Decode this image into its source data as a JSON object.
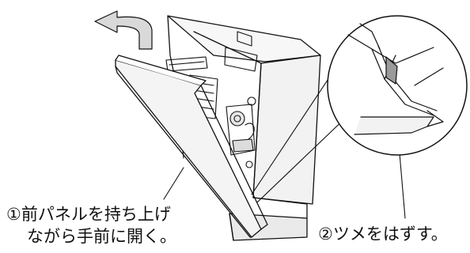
{
  "instructions": {
    "step1_line1": "①前パネルを持ち上げ",
    "step1_line2": "ながら手前に開く。",
    "step2": "②ツメをはずす。"
  },
  "colors": {
    "line": "#111111",
    "shade": "#d9d9d9",
    "panel_light": "#f4f4f4"
  },
  "icons": {
    "motion_arrow": "curved-arrow-left-icon",
    "magnifier": "detail-circle"
  }
}
